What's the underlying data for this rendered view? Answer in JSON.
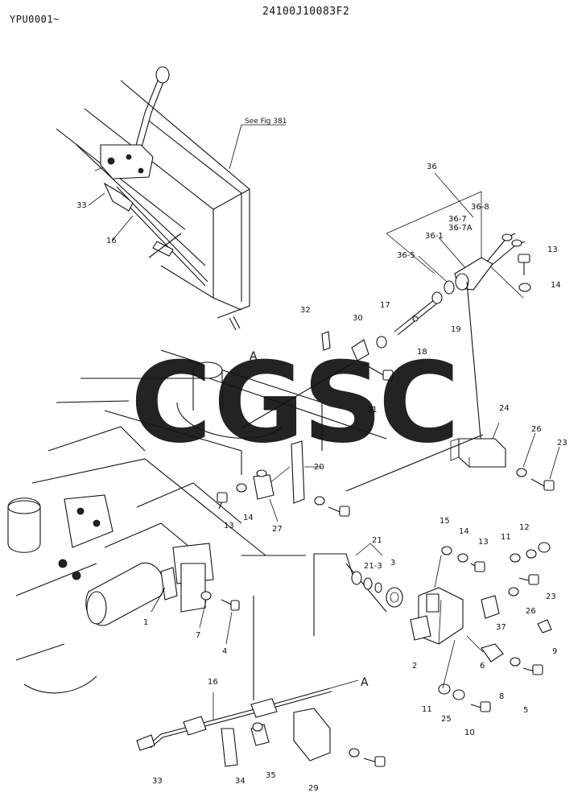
{
  "header": {
    "series_code": "YPU0001~",
    "drawing_number": "24100J10083F2"
  },
  "reference_note": "See Fig 381",
  "view_marker": "A",
  "watermark": {
    "letters": [
      {
        "ch": "C",
        "color": "#6fa3f2"
      },
      {
        "ch": "G",
        "color": "#ef8278"
      },
      {
        "ch": "S",
        "color": "#f8d36a"
      },
      {
        "ch": "C",
        "color": "#6cc39a"
      }
    ]
  },
  "callouts": [
    {
      "id": "c33a",
      "text": "33"
    },
    {
      "id": "c16a",
      "text": "16"
    },
    {
      "id": "c36",
      "text": "36"
    },
    {
      "id": "c368",
      "text": "36-8"
    },
    {
      "id": "c367",
      "text": "36-7"
    },
    {
      "id": "c367a",
      "text": "36-7A"
    },
    {
      "id": "c361",
      "text": "36-1"
    },
    {
      "id": "c365",
      "text": "36-5"
    },
    {
      "id": "c13a",
      "text": "13"
    },
    {
      "id": "c14a",
      "text": "14"
    },
    {
      "id": "c32",
      "text": "32"
    },
    {
      "id": "c30",
      "text": "30"
    },
    {
      "id": "c17",
      "text": "17"
    },
    {
      "id": "c19",
      "text": "19"
    },
    {
      "id": "c18",
      "text": "18"
    },
    {
      "id": "c31",
      "text": "31"
    },
    {
      "id": "c24",
      "text": "24"
    },
    {
      "id": "c26a",
      "text": "26"
    },
    {
      "id": "c23a",
      "text": "23"
    },
    {
      "id": "c20",
      "text": "20"
    },
    {
      "id": "c13b",
      "text": "13"
    },
    {
      "id": "c14b",
      "text": "14"
    },
    {
      "id": "c27",
      "text": "27"
    },
    {
      "id": "c15",
      "text": "15"
    },
    {
      "id": "c14c",
      "text": "14"
    },
    {
      "id": "c13c",
      "text": "13"
    },
    {
      "id": "c11a",
      "text": "11"
    },
    {
      "id": "c12",
      "text": "12"
    },
    {
      "id": "c21",
      "text": "21"
    },
    {
      "id": "c213",
      "text": "21-3"
    },
    {
      "id": "c3",
      "text": "3"
    },
    {
      "id": "c23b",
      "text": "23"
    },
    {
      "id": "c26b",
      "text": "26"
    },
    {
      "id": "c37",
      "text": "37"
    },
    {
      "id": "c9",
      "text": "9"
    },
    {
      "id": "c2",
      "text": "2"
    },
    {
      "id": "c6",
      "text": "6"
    },
    {
      "id": "c8",
      "text": "8"
    },
    {
      "id": "c5",
      "text": "5"
    },
    {
      "id": "c11b",
      "text": "11"
    },
    {
      "id": "c25",
      "text": "25"
    },
    {
      "id": "c10",
      "text": "10"
    },
    {
      "id": "c1",
      "text": "1"
    },
    {
      "id": "c7",
      "text": "7"
    },
    {
      "id": "c4",
      "text": "4"
    },
    {
      "id": "c16b",
      "text": "16"
    },
    {
      "id": "c33b",
      "text": "33"
    },
    {
      "id": "c34",
      "text": "34"
    },
    {
      "id": "c35",
      "text": "35"
    },
    {
      "id": "c29",
      "text": "29"
    }
  ]
}
